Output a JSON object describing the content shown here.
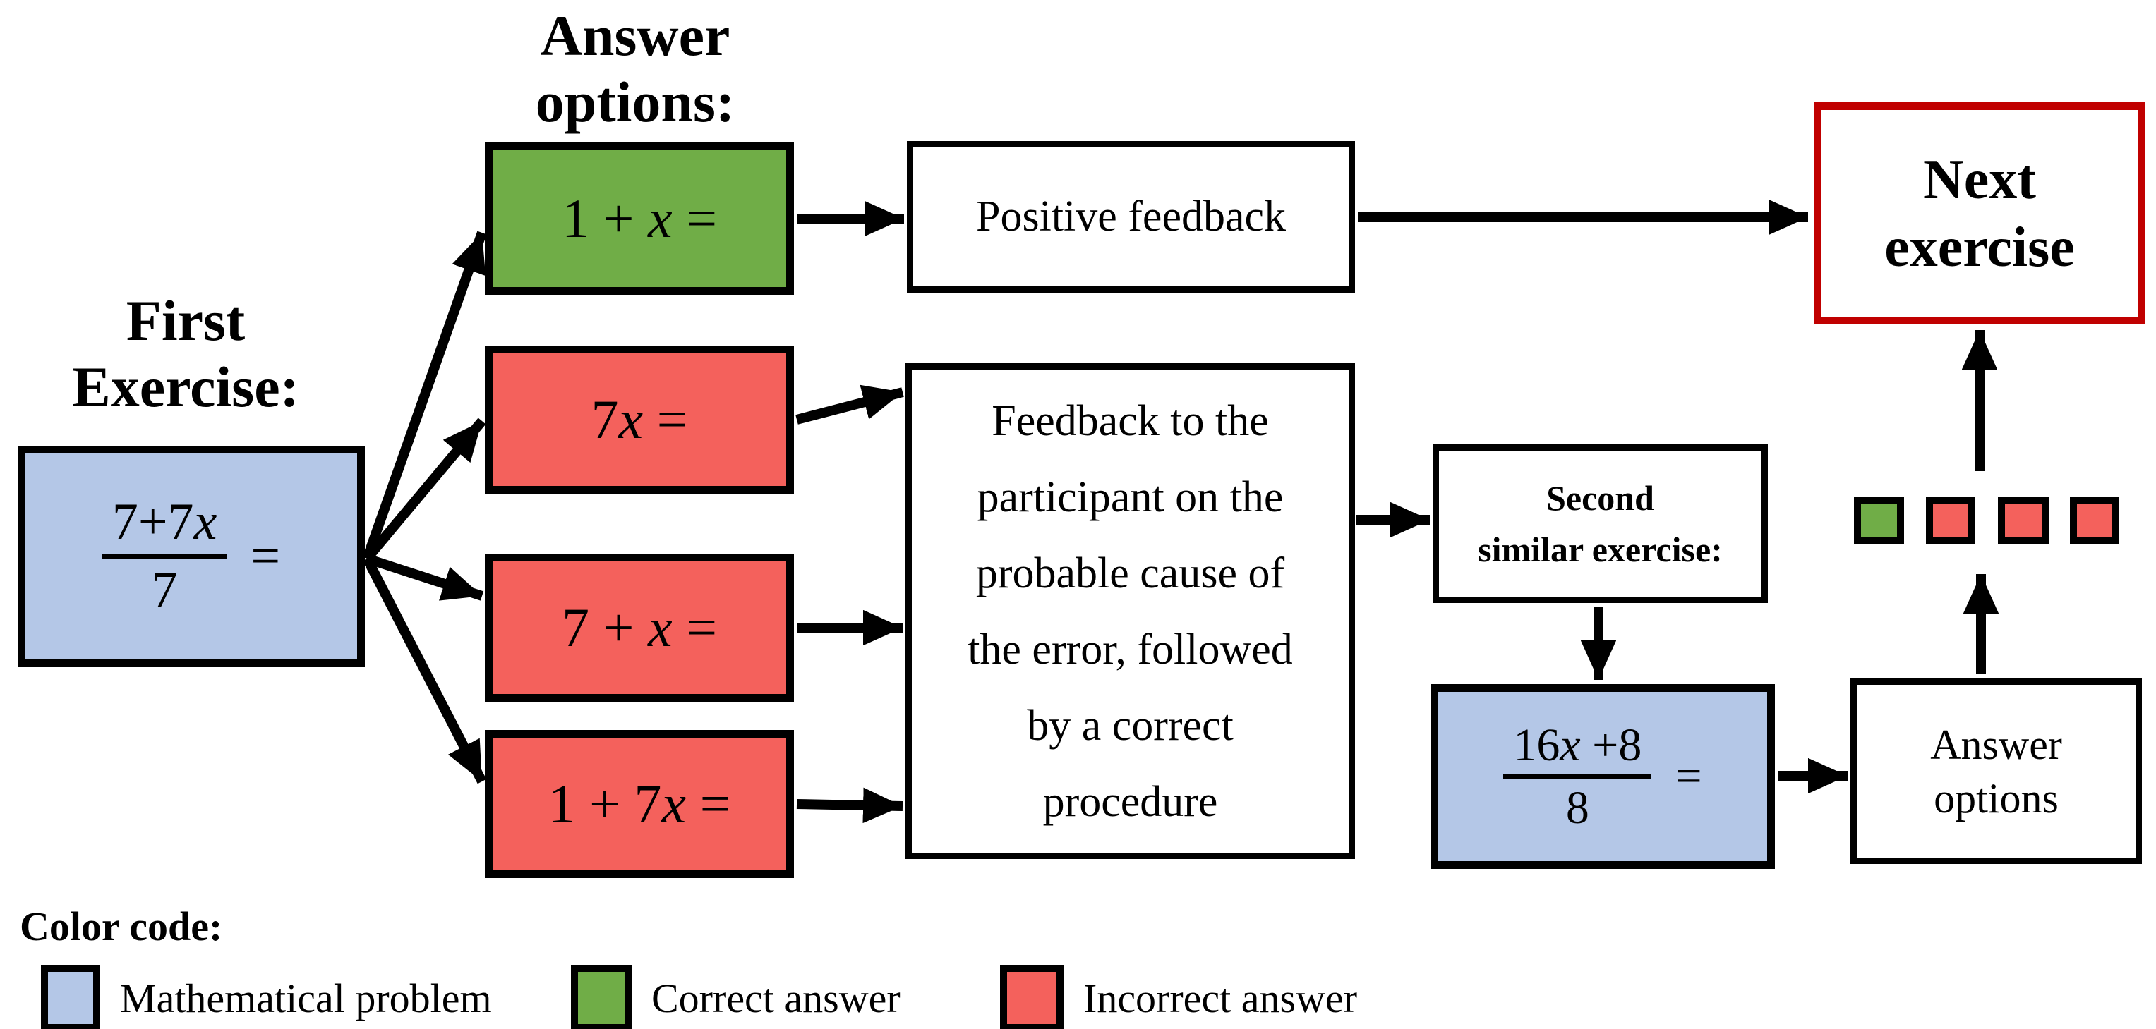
{
  "diagram": {
    "answer_options_heading": {
      "line1": "Answer",
      "line2": "options:"
    },
    "first_exercise_label": {
      "line1": "First",
      "line2": "Exercise:"
    },
    "first_problem": {
      "numerator_pre": "7+7",
      "numerator_var": "x",
      "numerator_post": "",
      "denominator": "7",
      "equals": "="
    },
    "options": [
      {
        "pre": "1 + ",
        "var": "x",
        "post": " ="
      },
      {
        "pre": "7",
        "var": "x",
        "post": " ="
      },
      {
        "pre": "7 + ",
        "var": "x",
        "post": " ="
      },
      {
        "pre": "1 + 7",
        "var": "x",
        "post": " ="
      }
    ],
    "positive_feedback_label": "Positive feedback",
    "error_feedback": {
      "line1": "Feedback to the",
      "line2": "participant on the",
      "line3": "probable cause of",
      "line4": "the error, followed",
      "line5": "by a correct",
      "line6": "procedure"
    },
    "second_exercise_label": {
      "line1": "Second",
      "line2": "similar exercise:"
    },
    "second_problem": {
      "numerator_pre": "16",
      "numerator_var": "x",
      "numerator_post": " +8",
      "denominator": "8",
      "equals": "="
    },
    "answer_options_box": {
      "line1": "Answer",
      "line2": "options"
    },
    "next_exercise_box": {
      "line1": "Next",
      "line2": "exercise"
    },
    "result_squares": [
      "correct",
      "incorrect",
      "incorrect",
      "incorrect"
    ]
  },
  "legend": {
    "title": "Color code:",
    "items": [
      {
        "label": "Mathematical problem"
      },
      {
        "label": "Correct answer"
      },
      {
        "label": "Incorrect answer"
      }
    ]
  },
  "colors": {
    "problem_blue": "#b4c7e7",
    "correct_green": "#70ad47",
    "incorrect_red": "#f4615c",
    "next_border_red": "#c00000",
    "outline_black": "#000000"
  }
}
